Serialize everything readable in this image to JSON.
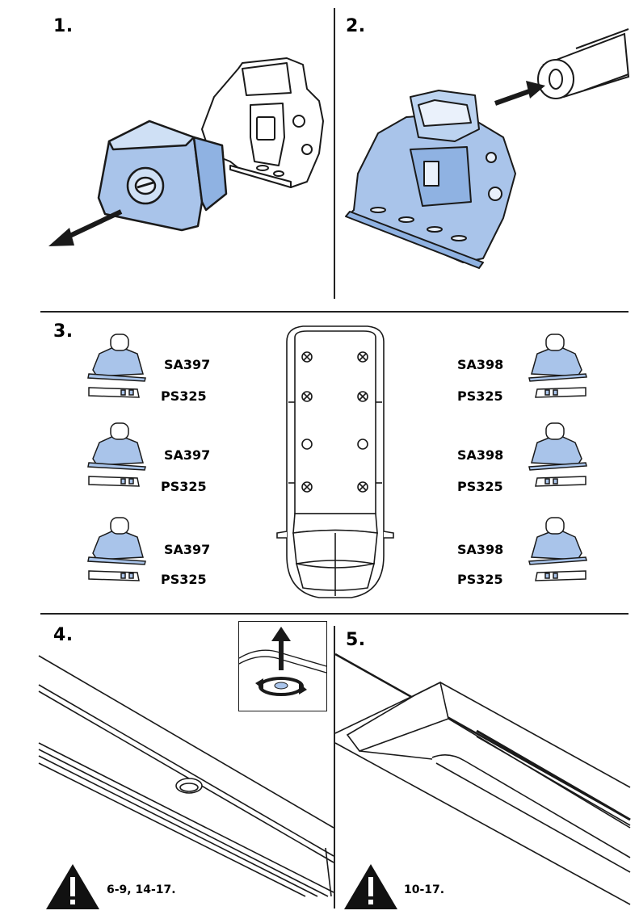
{
  "steps": {
    "s1": "1.",
    "s2": "2.",
    "s3": "3.",
    "s4": "4.",
    "s5": "5."
  },
  "step3": {
    "left_labels": [
      {
        "foot": "SA397",
        "pad": "PS325"
      },
      {
        "foot": "SA397",
        "pad": "PS325"
      },
      {
        "foot": "SA397",
        "pad": "PS325"
      }
    ],
    "right_labels": [
      {
        "foot": "SA398",
        "pad": "PS325"
      },
      {
        "foot": "SA398",
        "pad": "PS325"
      },
      {
        "foot": "SA398",
        "pad": "PS325"
      }
    ]
  },
  "step4": {
    "warning_ref": "6-9, 14-17."
  },
  "step5": {
    "warning_ref": "10-17."
  },
  "colors": {
    "part_blue": "#a9c4ea",
    "line": "#1a1a1a",
    "warning": "#111111"
  },
  "icons": [
    "arrow-left-icon",
    "arrow-right-icon",
    "arrow-up-icon",
    "rotate-icon",
    "warning-icon",
    "screw-point-icon",
    "empty-point-icon"
  ]
}
